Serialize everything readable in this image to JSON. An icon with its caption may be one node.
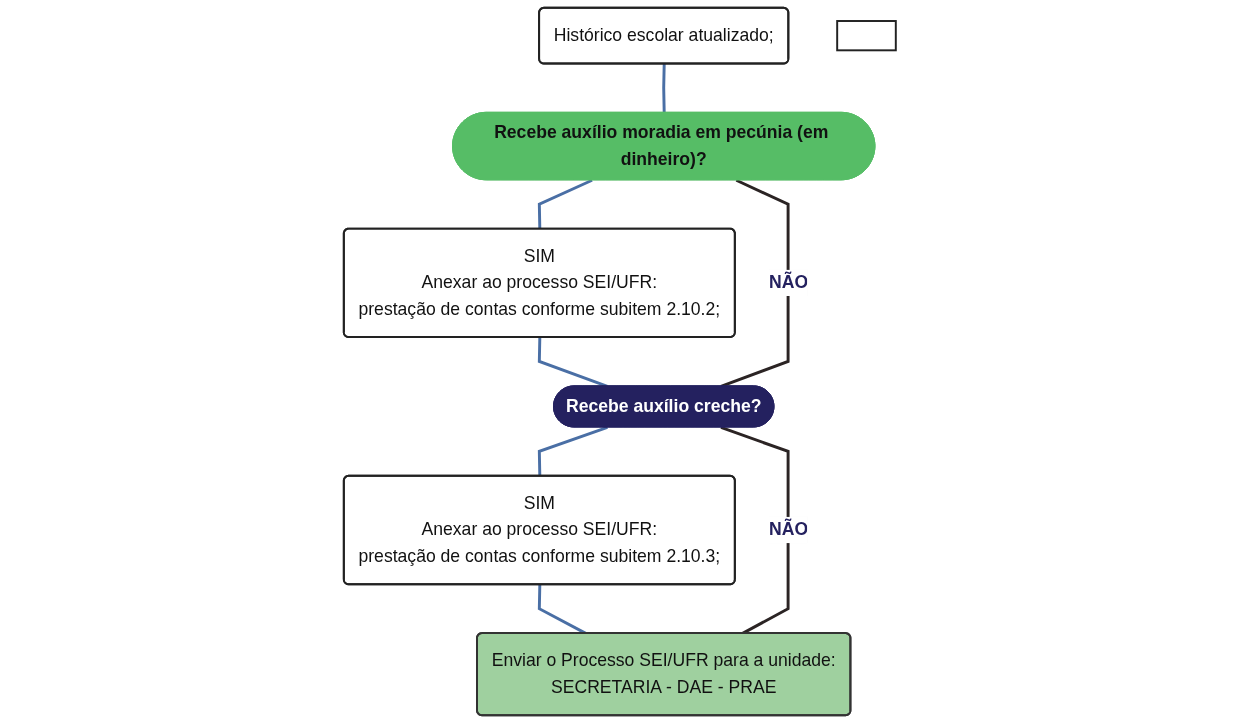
{
  "diagram": {
    "nodes": [
      {
        "text": [
          "Histórico escolar atualizado;"
        ]
      },
      {
        "text": [],
        "shape": "box"
      },
      {
        "text": [
          "Recebe auxílio moradia em pecúnia (em dinheiro)?"
        ]
      },
      {
        "text": [
          "SIM",
          "Anexar ao processo SEI/UFR:",
          "prestação de contas conforme subitem 2.10.2;"
        ]
      },
      {
        "text": [
          "Recebe auxílio creche?"
        ]
      },
      {
        "text": [
          "SIM",
          "Anexar ao processo SEI/UFR:",
          "prestação de contas conforme subitem 2.10.3;"
        ]
      },
      {
        "text": [
          "Enviar o Processo SEI/UFR para a unidade:",
          "SECRETARIA - DAE - PRAE"
        ]
      }
    ],
    "edges": [
      {
        "from": 0,
        "to": 2,
        "arrow": "none"
      },
      {
        "from": 2,
        "to": 3,
        "arrow": "none"
      },
      {
        "from": 3,
        "to": 4,
        "arrow": "none"
      },
      {
        "from": 4,
        "to": 5,
        "arrow": "none"
      },
      {
        "from": 5,
        "to": 6,
        "arrow": "none"
      },
      {
        "from": 2,
        "to": 4,
        "label": "NÃO",
        "arrow": "none",
        "color": "#2b2424"
      },
      {
        "from": 4,
        "to": 6,
        "label": "NÃO",
        "arrow": "none",
        "color": "#2b2424"
      }
    ]
  }
}
